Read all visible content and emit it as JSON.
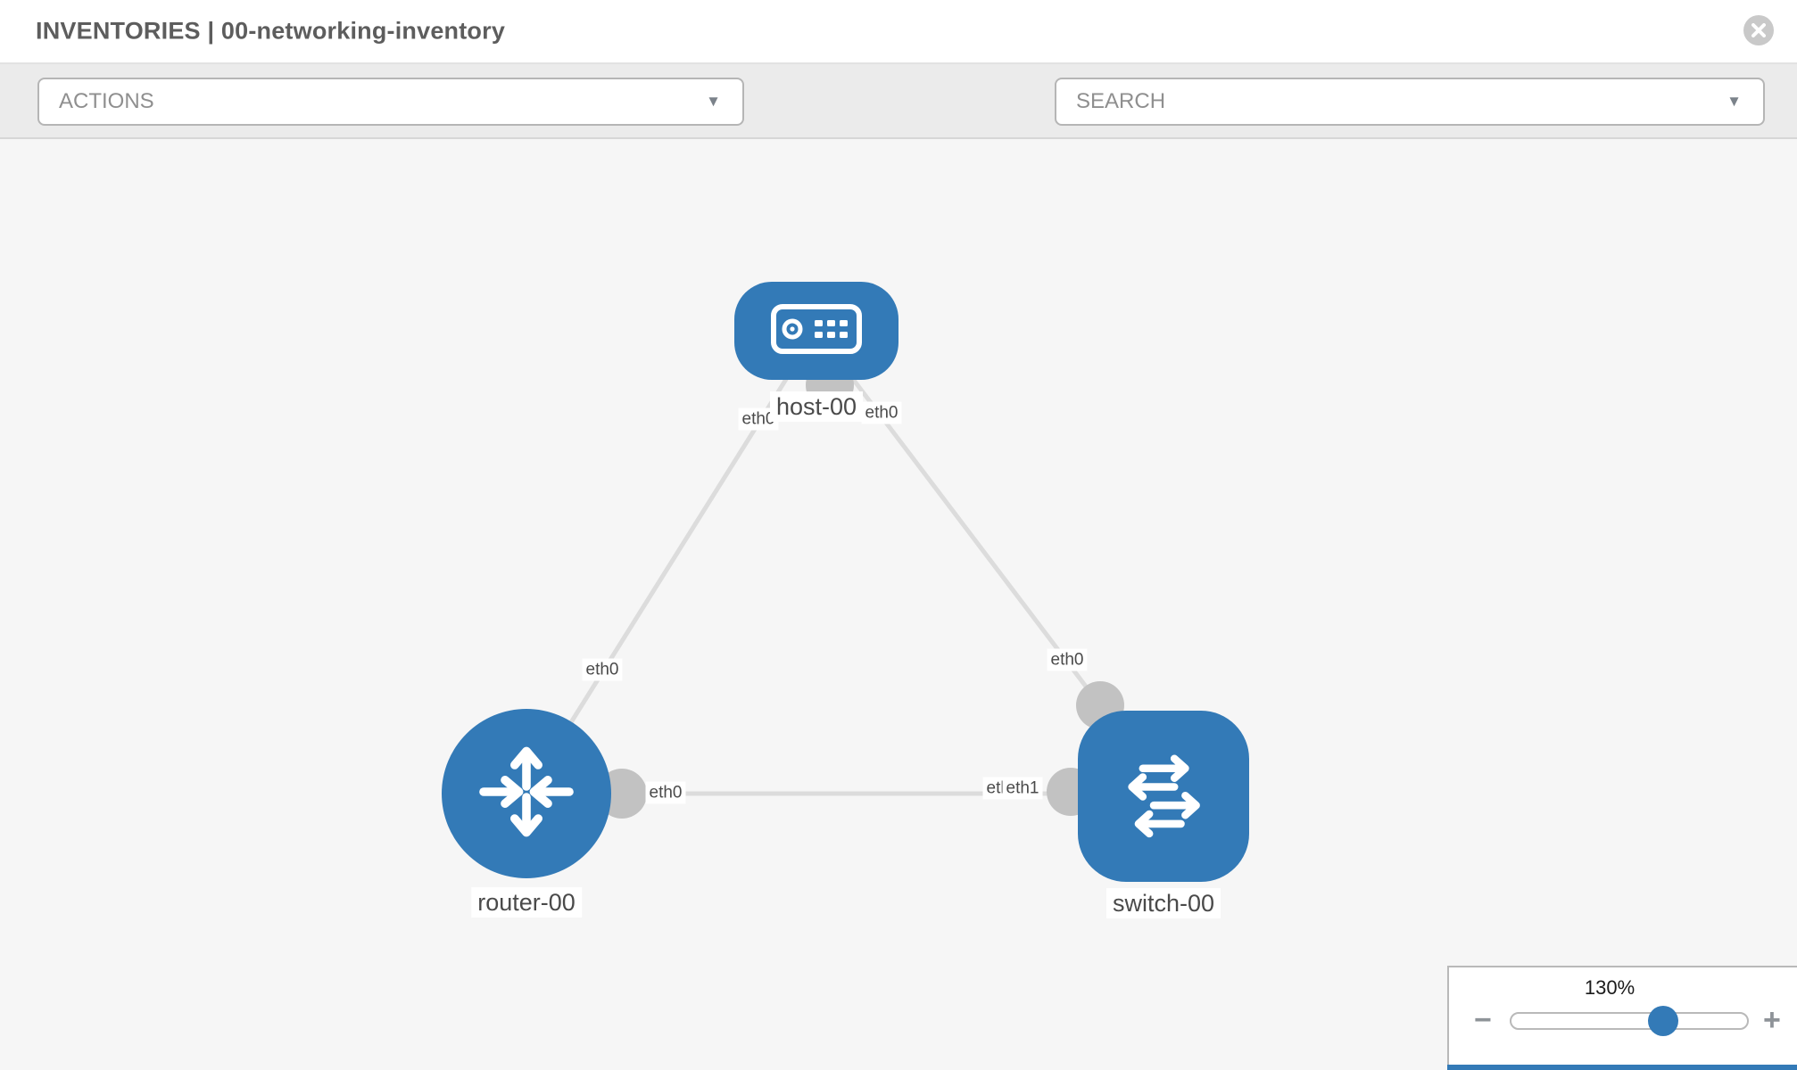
{
  "header": {
    "title": "INVENTORIES | 00-networking-inventory",
    "close_icon": "close-circle-icon"
  },
  "toolbar": {
    "actions_label": "ACTIONS",
    "search_placeholder": "SEARCH",
    "caret_glyph": "▼",
    "icons": [
      "wrench-icon",
      "key-icon"
    ]
  },
  "colors": {
    "node_blue": "#337ab7",
    "canvas_bg": "#f6f6f6",
    "toolbar_bg": "#ebebeb",
    "link_gray": "#dcdcdc",
    "connector_gray": "#c2c2c2"
  },
  "topology": {
    "nodes": [
      {
        "id": "host-00",
        "label": "host-00",
        "type": "host",
        "icon": "server-icon"
      },
      {
        "id": "router-00",
        "label": "router-00",
        "type": "router",
        "icon": "router-arrows-icon"
      },
      {
        "id": "switch-00",
        "label": "switch-00",
        "type": "switch",
        "icon": "switch-arrows-icon"
      }
    ],
    "links": [
      {
        "from": "host-00",
        "to": "router-00",
        "from_interface": "eth0",
        "to_interface": "eth0"
      },
      {
        "from": "host-00",
        "to": "switch-00",
        "from_interface": "eth0",
        "to_interface": "eth0"
      },
      {
        "from": "router-00",
        "to": "switch-00",
        "from_interface": "eth0",
        "to_interface": "eth1",
        "to_interface_overlapped": "eth0"
      }
    ]
  },
  "zoom_control": {
    "level": "130%",
    "minus_glyph": "−",
    "plus_glyph": "+"
  }
}
